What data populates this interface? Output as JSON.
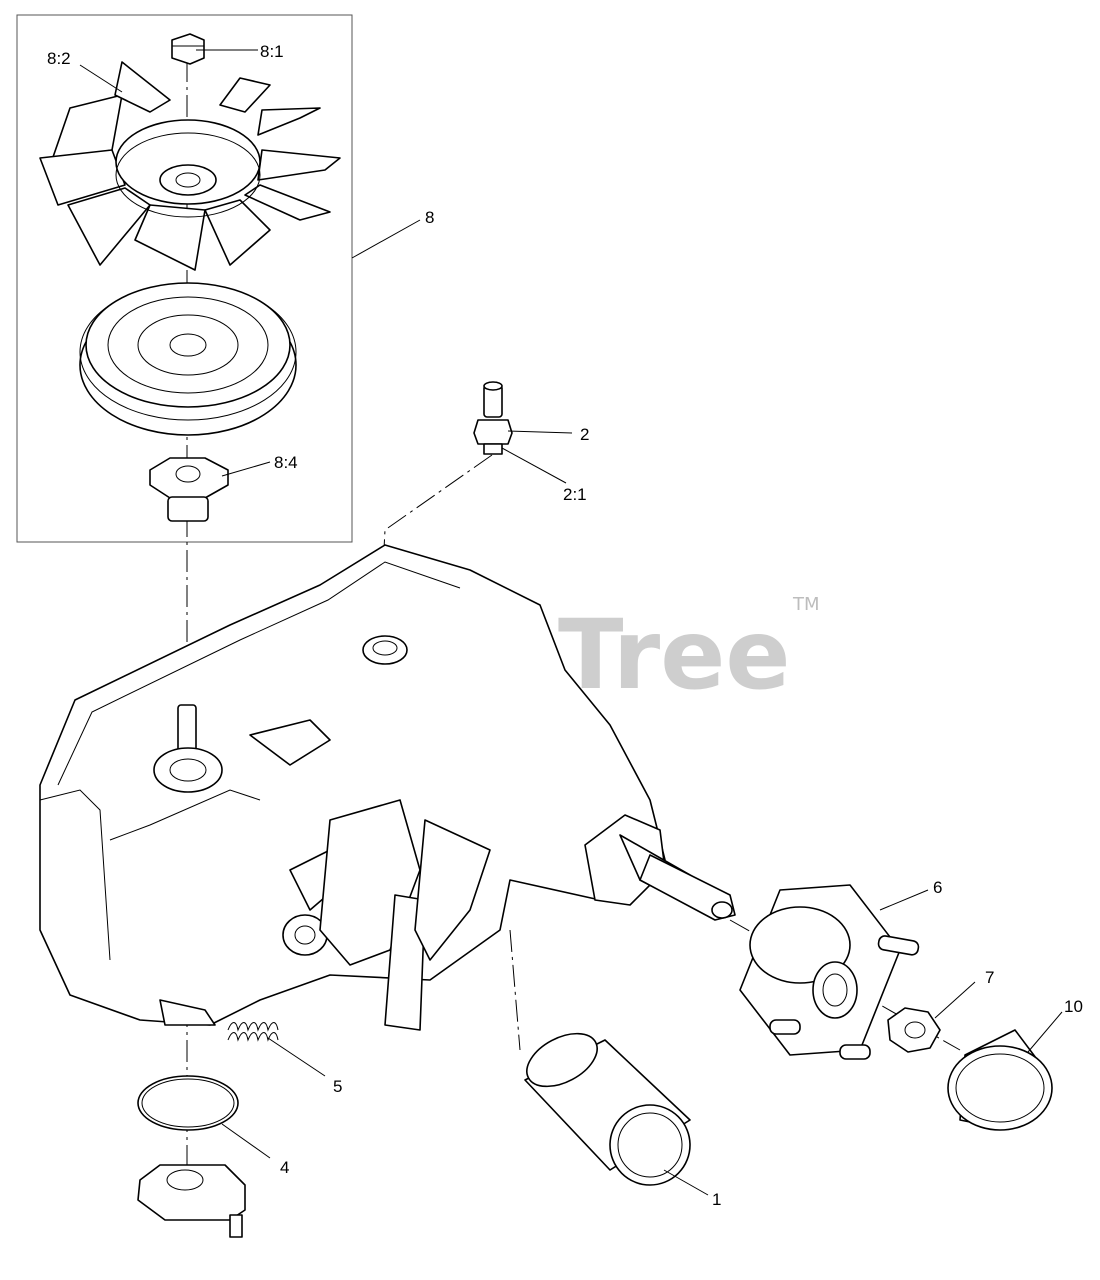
{
  "watermark": {
    "text": "PartsTree",
    "mark": "TM"
  },
  "callouts": {
    "c8_1": "8:1",
    "c8_2": "8:2",
    "c8": "8",
    "c8_4": "8:4",
    "c2": "2",
    "c2_1": "2:1",
    "c6": "6",
    "c7": "7",
    "c10": "10",
    "c5": "5",
    "c4": "4",
    "c1": "1"
  },
  "parts": {
    "nut": "hex-nut",
    "fan": "cooling-fan",
    "pulley": "drive-pulley",
    "hub_adapter": "fan-hub-adapter",
    "fitting": "breather-fitting",
    "transaxle": "transaxle-housing",
    "wheel_hub": "wheel-hub",
    "axle_nut": "axle-nut",
    "cap": "hub-cap",
    "spring": "tension-spring",
    "o_ring": "o-ring",
    "filter_cover": "filter-cover",
    "oil_filter": "oil-filter"
  }
}
